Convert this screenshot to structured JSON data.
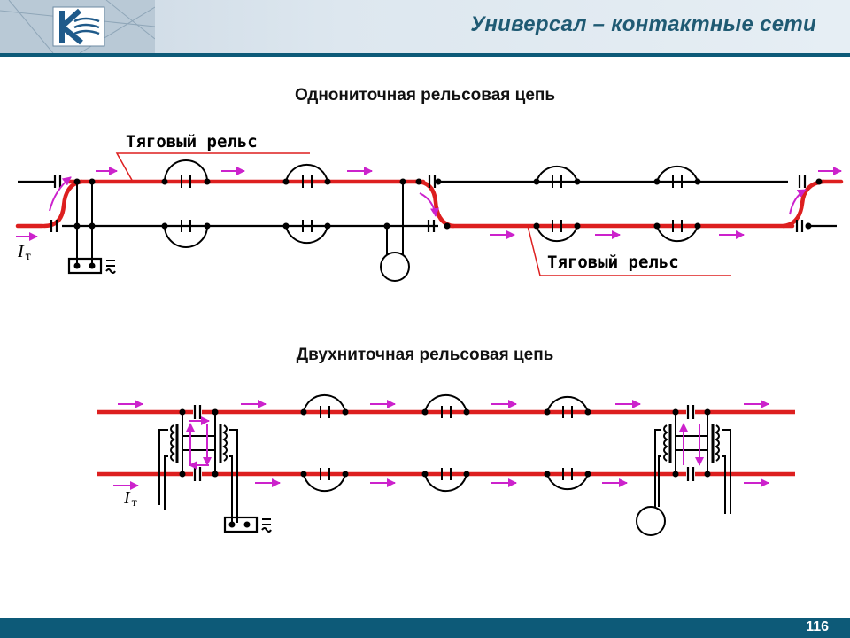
{
  "header": {
    "title": "Универсал – контактные сети",
    "logo": "company-logo",
    "bg_color": "#dde7ef",
    "rule_color": "#0d5a78"
  },
  "diagram_single": {
    "title": "Однониточная рельсовая цепь",
    "rail_label_top": "Тяговый рельс",
    "rail_label_bottom": "Тяговый рельс",
    "current_label": "I",
    "current_subscript": "т"
  },
  "diagram_double": {
    "title": "Двухниточная рельсовая цепь",
    "current_label": "I",
    "current_subscript": "т"
  },
  "colors": {
    "traction_rail": "#dd1f1f",
    "current_arrow": "#cc22cc",
    "signal_rail": "#000000"
  },
  "footer": {
    "page_number": "116",
    "bg_color": "#0d5a78"
  }
}
